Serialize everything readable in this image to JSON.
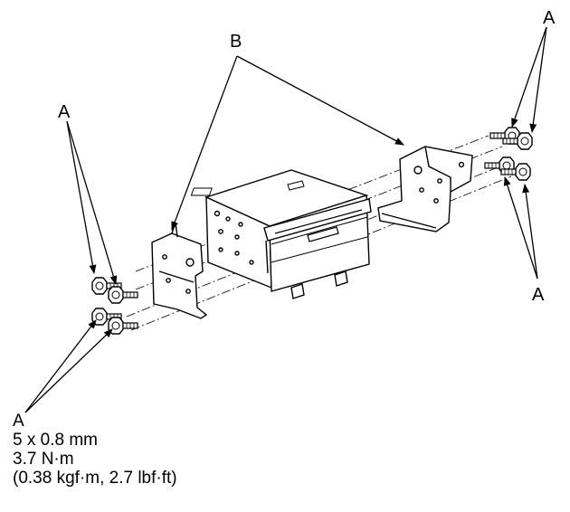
{
  "callouts": {
    "a_upper_left": "A",
    "a_upper_right": "A",
    "a_lower_right": "A",
    "b_top": "B"
  },
  "spec": {
    "label": "A",
    "size": "5 x 0.8 mm",
    "torque_nm": "3.7 N·m",
    "torque_alt": "(0.38 kgf·m, 2.7 lbf·ft)"
  }
}
